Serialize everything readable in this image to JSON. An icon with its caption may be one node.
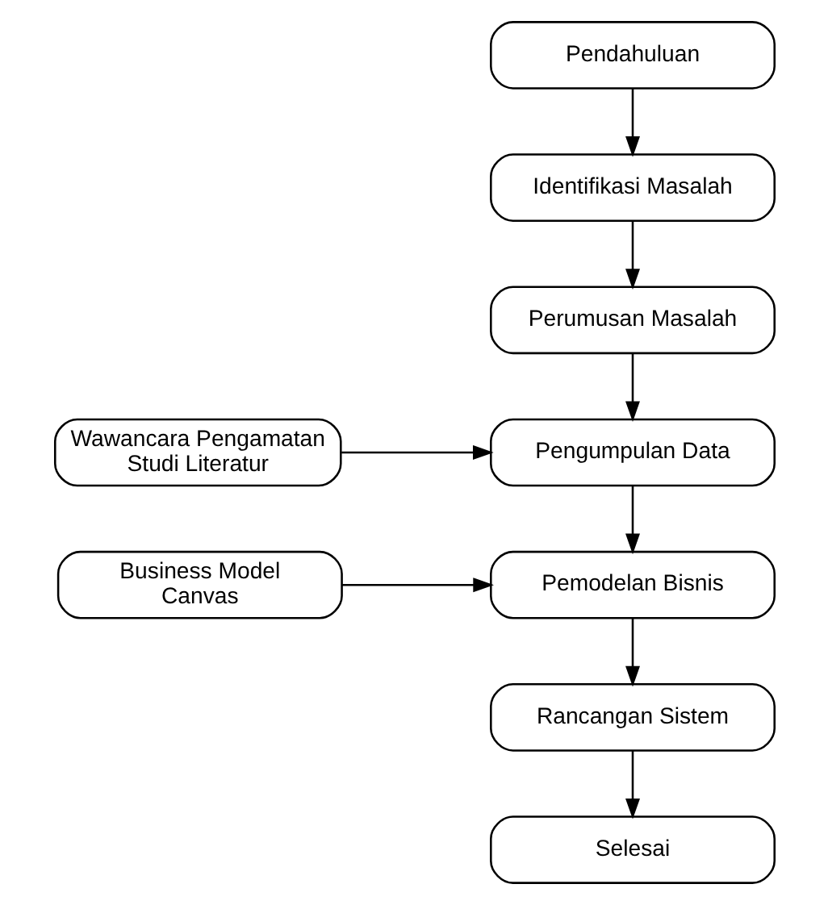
{
  "diagram": {
    "nodes": [
      {
        "text": [
          "Pendahuluan"
        ]
      },
      {
        "text": [
          "Identifikasi Masalah"
        ]
      },
      {
        "text": [
          "Perumusan Masalah"
        ]
      },
      {
        "text": [
          "Pengumpulan Data"
        ]
      },
      {
        "text": [
          "Wawancara Pengamatan Studi Literatur"
        ]
      },
      {
        "text": [
          "Pemodelan Bisnis"
        ]
      },
      {
        "text": [
          "Business Model Canvas"
        ]
      },
      {
        "text": [
          "Rancangan Sistem"
        ]
      },
      {
        "text": [
          "Selesai"
        ]
      }
    ],
    "edges": [
      {
        "from": 0,
        "to": 1,
        "arrow": "to"
      },
      {
        "from": 1,
        "to": 2,
        "arrow": "to"
      },
      {
        "from": 2,
        "to": 3,
        "arrow": "to"
      },
      {
        "from": 4,
        "to": 3,
        "arrow": "to"
      },
      {
        "from": 3,
        "to": 5,
        "arrow": "to"
      },
      {
        "from": 6,
        "to": 5,
        "arrow": "to"
      },
      {
        "from": 5,
        "to": 7,
        "arrow": "to"
      },
      {
        "from": 7,
        "to": 8,
        "arrow": "to"
      }
    ]
  }
}
